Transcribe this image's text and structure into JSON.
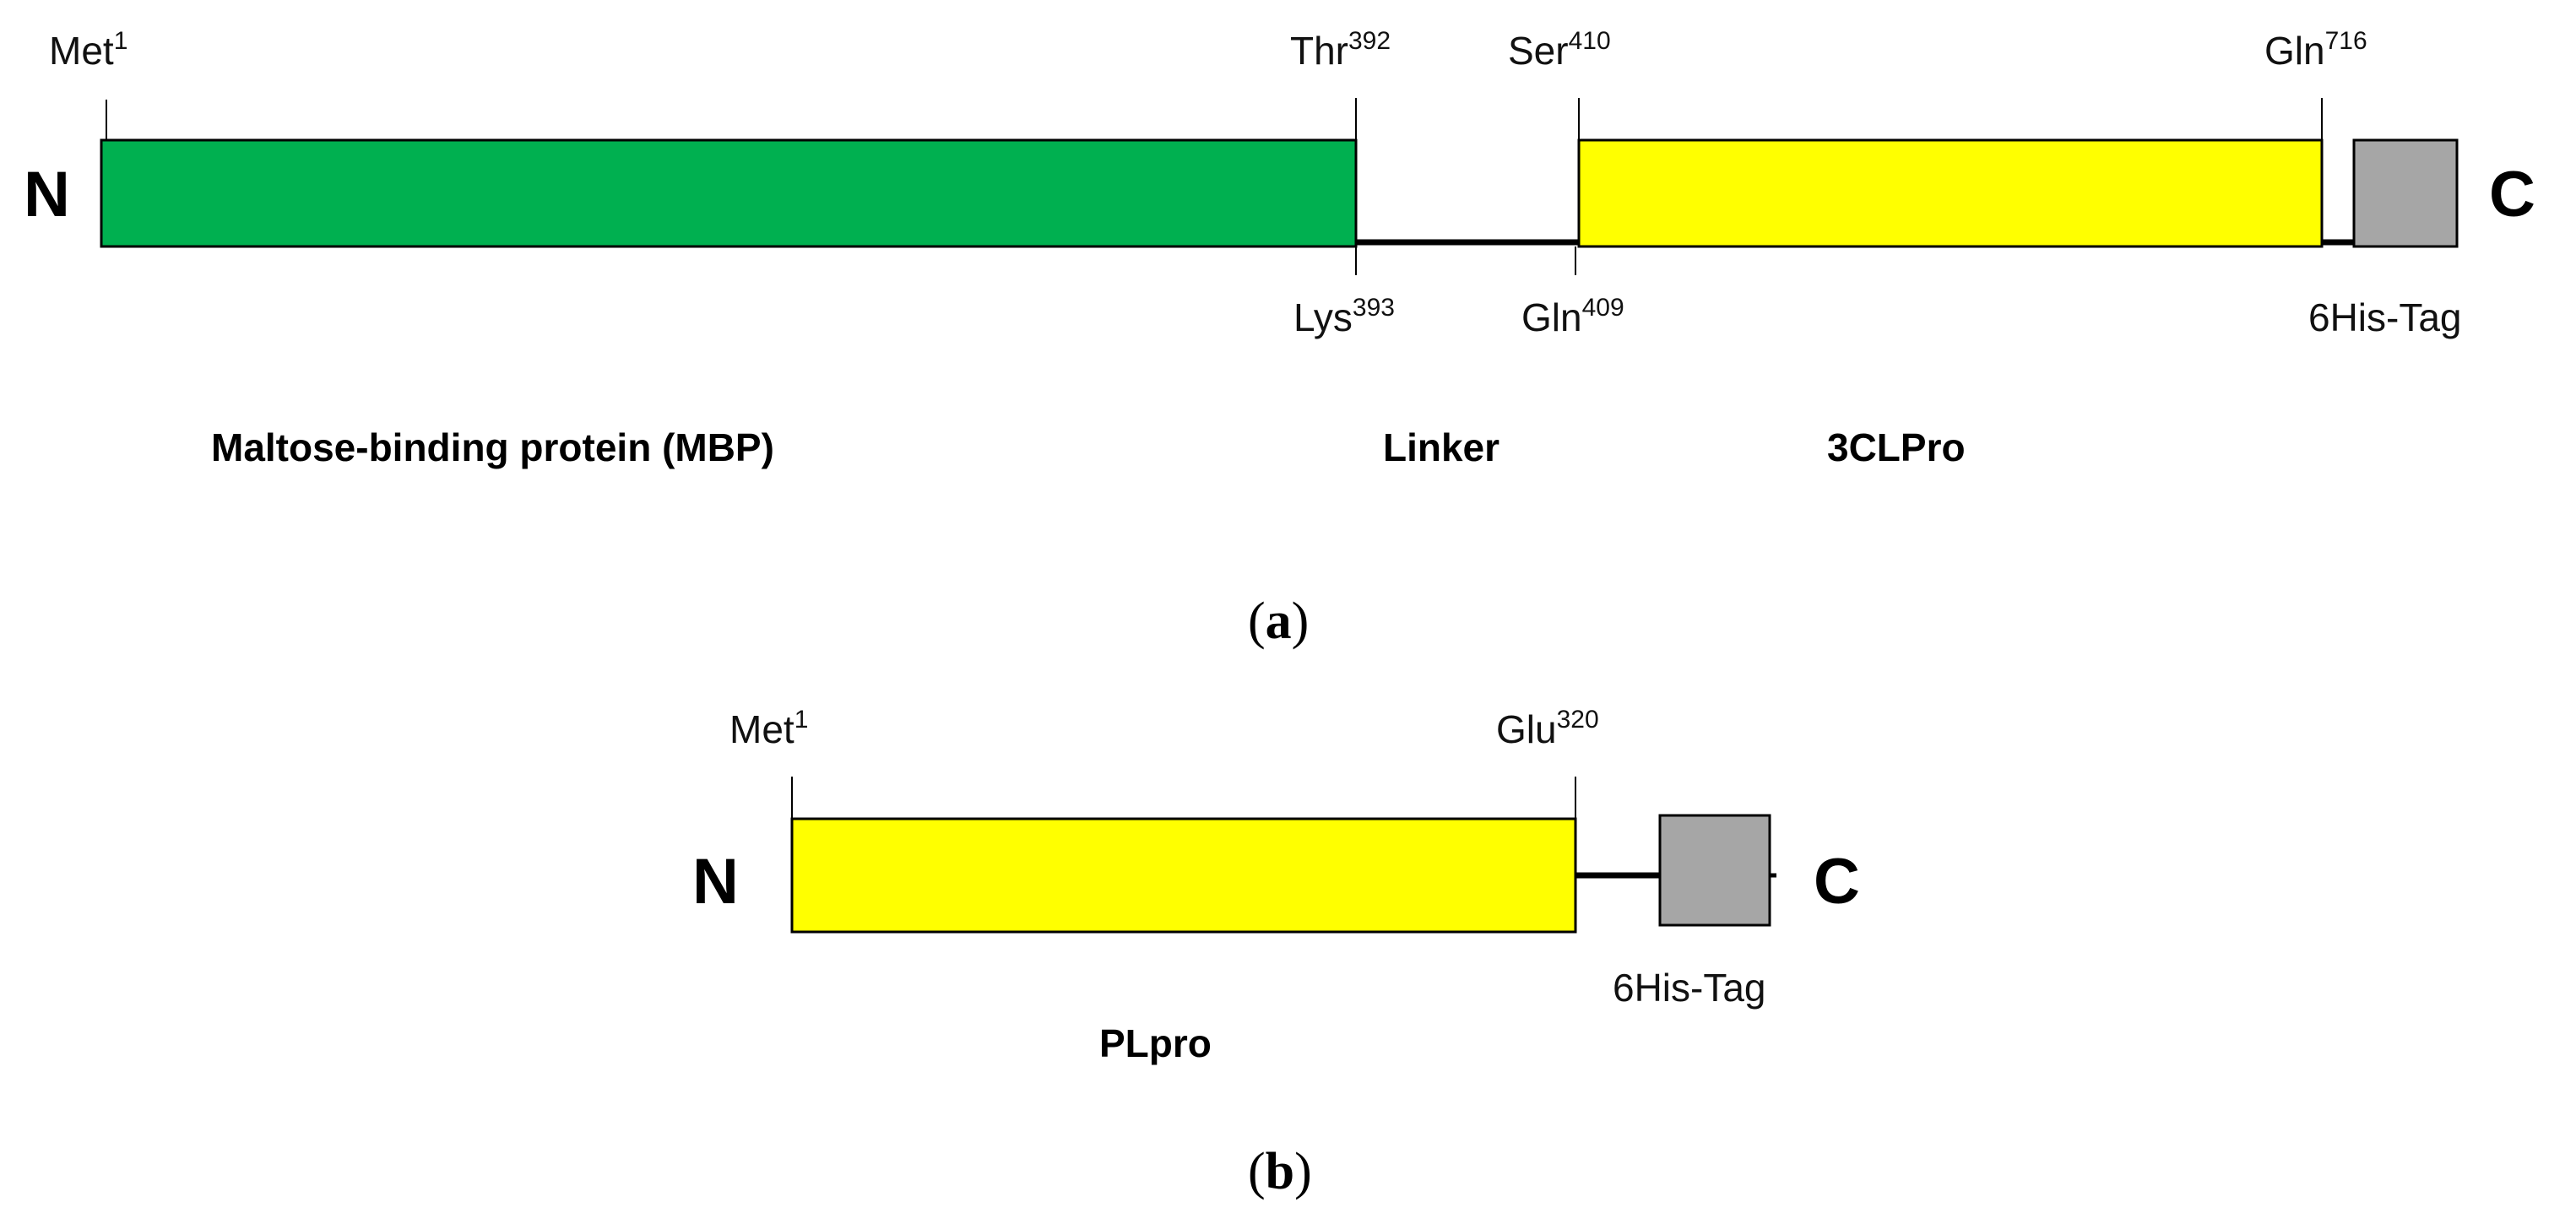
{
  "colors": {
    "mbp": "#00B050",
    "protease": "#FFFF00",
    "his_tag": "#A6A6A6",
    "stroke": "#000000"
  },
  "panel_a": {
    "n_terminus": "N",
    "c_terminus": "C",
    "residues": {
      "met1": {
        "name": "Met",
        "num": "1"
      },
      "thr392": {
        "name": "Thr",
        "num": "392"
      },
      "ser410": {
        "name": "Ser",
        "num": "410"
      },
      "gln716": {
        "name": "Gln",
        "num": "716"
      },
      "lys393": {
        "name": "Lys",
        "num": "393"
      },
      "gln409": {
        "name": "Gln",
        "num": "409"
      }
    },
    "his_tag_label": "6His-Tag",
    "domains": {
      "mbp": "Maltose-binding protein (MBP)",
      "linker": "Linker",
      "protease": "3CLPro"
    },
    "caption": {
      "open": "(",
      "letter": "a",
      "close": ")"
    }
  },
  "panel_b": {
    "n_terminus": "N",
    "c_terminus": "C",
    "residues": {
      "met1": {
        "name": "Met",
        "num": "1"
      },
      "glu320": {
        "name": "Glu",
        "num": "320"
      }
    },
    "his_tag_label": "6His-Tag",
    "domains": {
      "protease": "PLpro"
    },
    "caption": {
      "open": "(",
      "letter": "b",
      "close": ")"
    }
  }
}
